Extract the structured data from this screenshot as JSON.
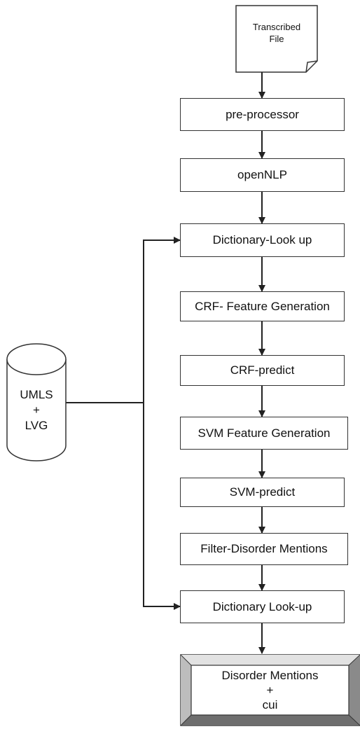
{
  "input_file": {
    "line1": "Transcribed",
    "line2": "File"
  },
  "steps": [
    "pre-processor",
    "openNLP",
    "Dictionary-Look up",
    "CRF- Feature Generation",
    "CRF-predict",
    "SVM Feature Generation",
    "SVM-predict",
    "Filter-Disorder Mentions",
    "Dictionary Look-up"
  ],
  "resource": {
    "line1": "UMLS",
    "line2": "+",
    "line3": "LVG"
  },
  "output": {
    "line1": "Disorder Mentions",
    "line2": "+",
    "line3": "cui"
  }
}
